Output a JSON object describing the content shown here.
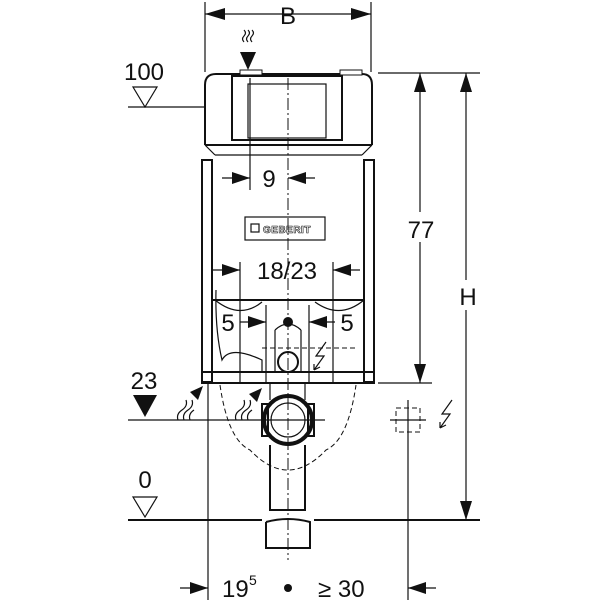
{
  "title": "Geberit installation frame dimension drawing",
  "logo": "GEBERIT",
  "dimensions": {
    "width_label": "B",
    "height_label": "H",
    "top_level": "100",
    "frame_height": "77",
    "flush_offset": "9",
    "connection_width": "18/23",
    "left_offset": "5",
    "right_offset": "5",
    "drain_level": "23",
    "floor_level": "0",
    "left_distance_base": "19",
    "left_distance_sup": "5",
    "right_distance": "≥ 30"
  }
}
